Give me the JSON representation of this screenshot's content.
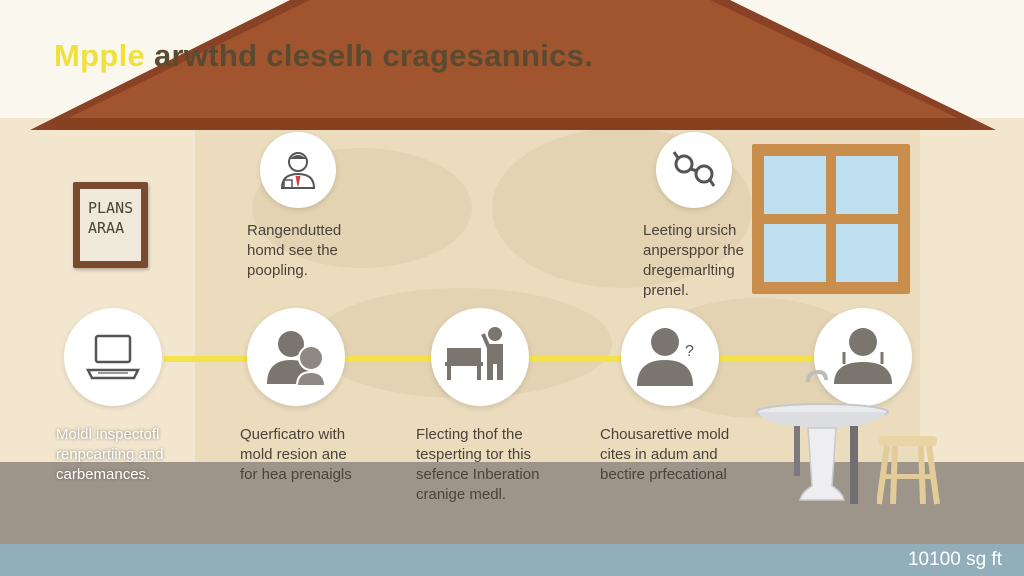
{
  "title": {
    "part1": "Mpple",
    "part2": " arwthd cleselh cragesannics."
  },
  "sign": {
    "line1": "PLANS",
    "line2": "ARAA"
  },
  "steps_top": [
    {
      "icon": "inspector-icon",
      "text": "Rangendutted\nhomd see the\npoopling."
    },
    {
      "icon": "handcuffs-icon",
      "text": "Leeting ursich\nanpersppor the\ndregemarlting\nprenel."
    }
  ],
  "steps_bottom": [
    {
      "icon": "laptop-icon",
      "text": "Moldl inspectofl\nrenpcartiing and\ncarbemances."
    },
    {
      "icon": "people-icon",
      "text": "Querficatro with\nmold resion ane\nfor hea prenaigls"
    },
    {
      "icon": "worker-table-icon",
      "text": "Flecting thof the\ntesperting tor this\nsefence Inberation\ncranige medl."
    },
    {
      "icon": "question-person-icon",
      "text": "Chousarettive mold\ncites in adum and\nbectire prfecational"
    },
    {
      "icon": "person-laptop-icon",
      "text": ""
    }
  ],
  "area": "10100 sg ft",
  "colors": {
    "roof": "#a0552f",
    "flow_line": "#f3e24a",
    "wall": "#eadcbd",
    "floor": "#9e958a",
    "floor_band": "#93aebb",
    "icon_gray": "#7b7570"
  }
}
